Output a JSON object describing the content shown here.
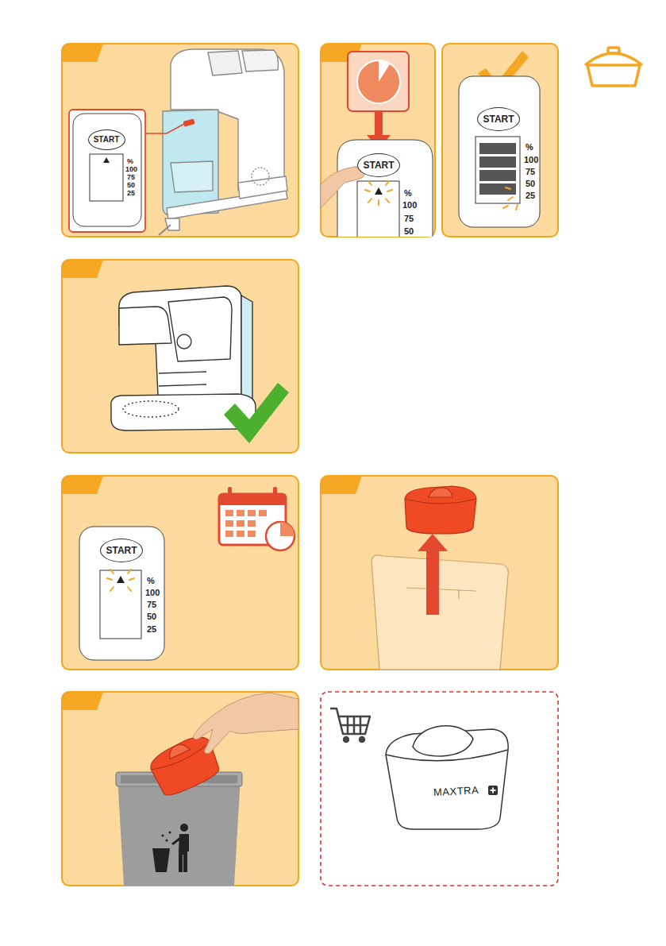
{
  "diagram": {
    "nodes": [
      {
        "text": [
          "START"
        ]
      },
      {
        "text": [
          "START"
        ]
      },
      {
        "text": [
          "START"
        ]
      },
      {
        "text": [
          "START"
        ]
      }
    ],
    "labels": [
      "%",
      "100",
      "75",
      "50",
      "25",
      "%",
      "100",
      "75",
      "50",
      "%",
      "100",
      "75",
      "50",
      "25",
      "%",
      "100",
      "75",
      "50",
      "25",
      "MAXTRA"
    ]
  }
}
